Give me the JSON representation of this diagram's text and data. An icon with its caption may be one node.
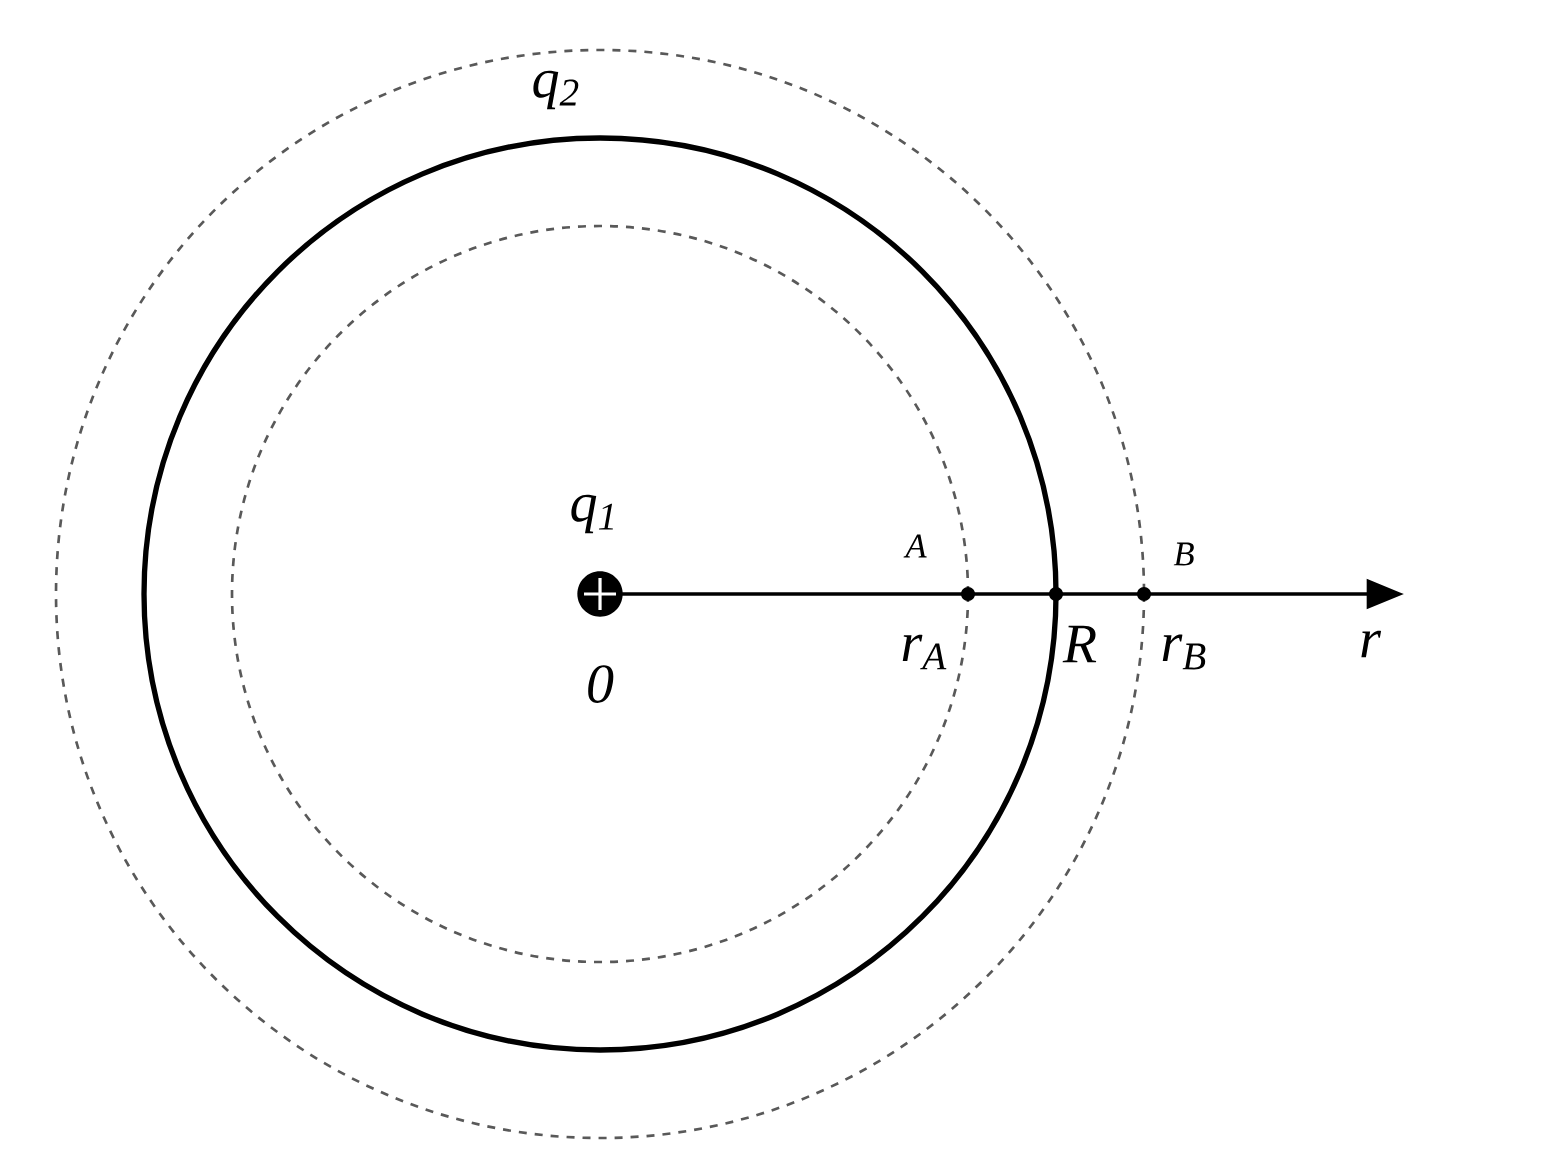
{
  "diagram": {
    "nodes": [
      {
        "text": [],
        "shape": "circle",
        "beside": [
          "q$_{1}$"
        ]
      }
    ],
    "edges": [],
    "labels": [
      "q$_{2}$",
      "A",
      "B",
      "0",
      "r$_{A}$",
      "R",
      "r$_{B}$",
      "r"
    ]
  }
}
